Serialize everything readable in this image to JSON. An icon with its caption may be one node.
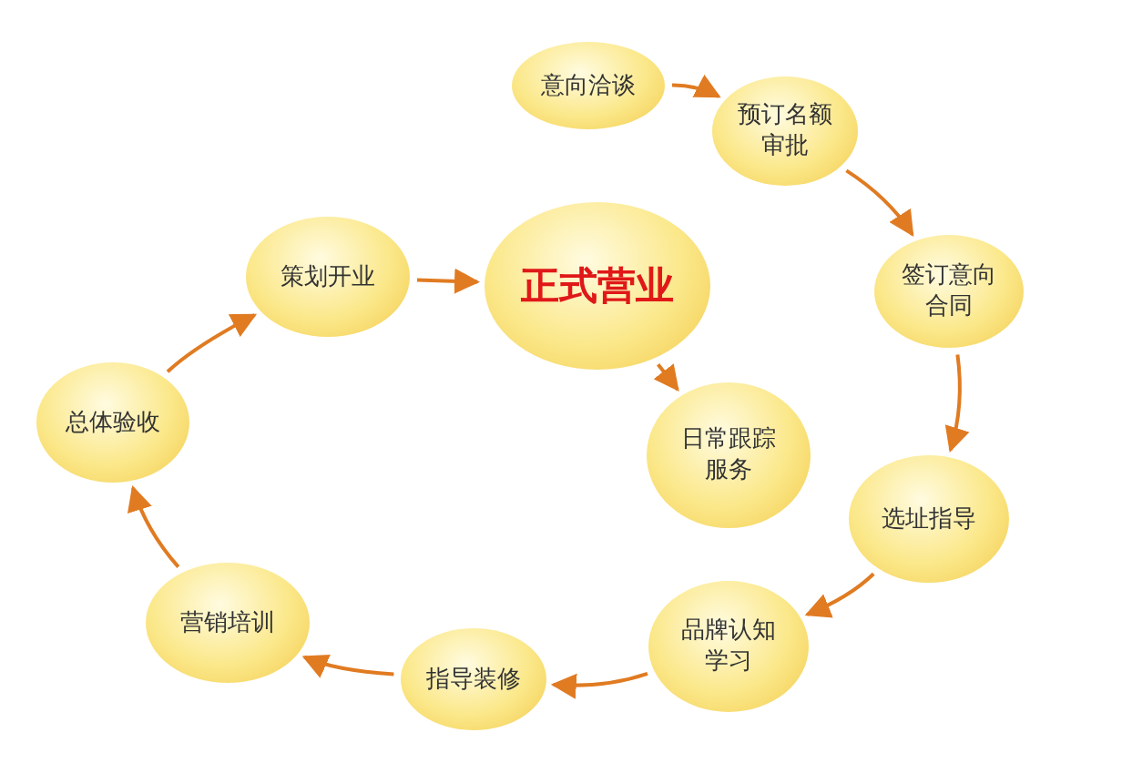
{
  "diagram": {
    "nodes": [
      {
        "text": [
          "意向洽谈"
        ]
      },
      {
        "text": [
          "预订名额审批"
        ]
      },
      {
        "text": [
          "签订意向合同"
        ]
      },
      {
        "text": [
          "选址指导"
        ]
      },
      {
        "text": [
          "品牌认知学习"
        ]
      },
      {
        "text": [
          "指导装修"
        ]
      },
      {
        "text": [
          "营销培训"
        ]
      },
      {
        "text": [
          "总体验收"
        ]
      },
      {
        "text": [
          "策划开业"
        ]
      },
      {
        "text": [
          "正式营业"
        ]
      },
      {
        "text": [
          "日常跟踪服务"
        ]
      }
    ],
    "edges": [
      {
        "from": 0,
        "to": 1,
        "arrow": "to"
      },
      {
        "from": 1,
        "to": 2,
        "arrow": "to"
      },
      {
        "from": 2,
        "to": 3,
        "arrow": "to"
      },
      {
        "from": 3,
        "to": 4,
        "arrow": "to"
      },
      {
        "from": 4,
        "to": 5,
        "arrow": "to"
      },
      {
        "from": 5,
        "to": 6,
        "arrow": "to"
      },
      {
        "from": 6,
        "to": 7,
        "arrow": "to"
      },
      {
        "from": 7,
        "to": 8,
        "arrow": "to"
      },
      {
        "from": 8,
        "to": 9,
        "arrow": "to"
      },
      {
        "from": 9,
        "to": 10,
        "arrow": "to"
      }
    ]
  }
}
